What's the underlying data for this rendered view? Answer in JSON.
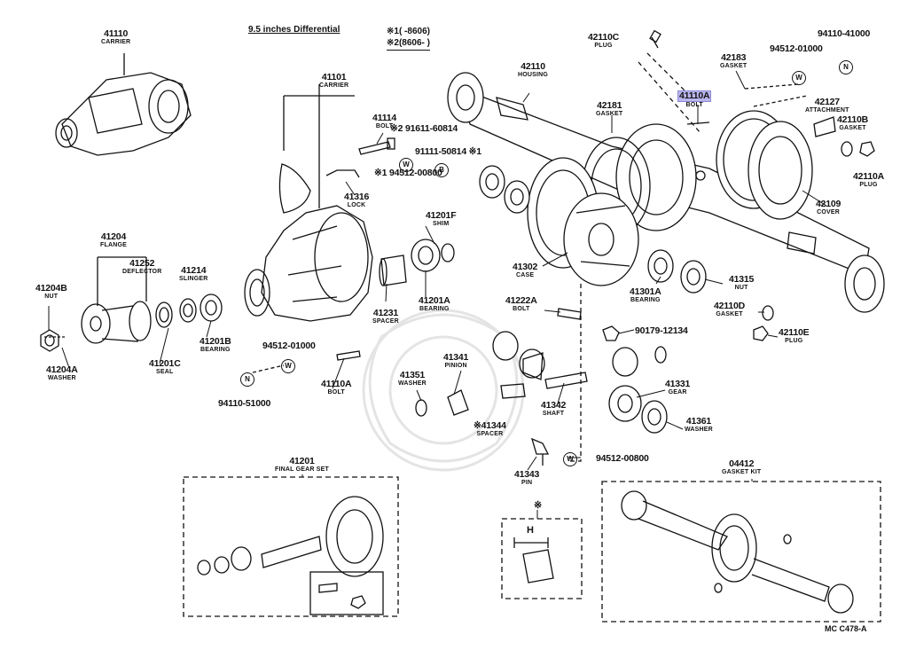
{
  "diagram_title": "9.5 inches Differential",
  "notes": {
    "n1": "※1(     -8606)",
    "n2": "※2(8606-       )"
  },
  "footer_ref": "MC C478-A",
  "markers": {
    "asterisk": "※",
    "h": "H",
    "n": "N",
    "w": "W",
    "b": "B"
  },
  "parts": {
    "p41110": {
      "num": "41110",
      "name": "CARRIER"
    },
    "p41101": {
      "num": "41101",
      "name": "CARRIER"
    },
    "p41114": {
      "num": "41114",
      "name": "BOLT"
    },
    "p91611": {
      "num": "※2 91611-60814",
      "name": ""
    },
    "p91111": {
      "num": "91111-50814 ※1",
      "name": ""
    },
    "p94512a": {
      "num": "※1 94512-00800",
      "name": ""
    },
    "p41316": {
      "num": "41316",
      "name": "LOCK"
    },
    "p41204": {
      "num": "41204",
      "name": "FLANGE"
    },
    "p41252": {
      "num": "41252",
      "name": "DEFLECTOR"
    },
    "p41214": {
      "num": "41214",
      "name": "SLINGER"
    },
    "p41204B": {
      "num": "41204B",
      "name": "NUT"
    },
    "p41204A": {
      "num": "41204A",
      "name": "WASHER"
    },
    "p41201C": {
      "num": "41201C",
      "name": "SEAL"
    },
    "p41201B": {
      "num": "41201B",
      "name": "BEARING"
    },
    "p41231": {
      "num": "41231",
      "name": "SPACER"
    },
    "p41201F": {
      "num": "41201F",
      "name": "SHIM"
    },
    "p41201A": {
      "num": "41201A",
      "name": "BEARING"
    },
    "p94512b": {
      "num": "94512-01000",
      "name": ""
    },
    "p41110A2": {
      "num": "41110A",
      "name": "BOLT"
    },
    "p94110b": {
      "num": "94110-51000",
      "name": ""
    },
    "p42110": {
      "num": "42110",
      "name": "HOUSING"
    },
    "p42110C": {
      "num": "42110C",
      "name": "PLUG"
    },
    "p42181": {
      "num": "42181",
      "name": "GASKET"
    },
    "p41110A1": {
      "num": "41110A",
      "name": "BOLT"
    },
    "p42183": {
      "num": "42183",
      "name": "GASKET"
    },
    "p94512c": {
      "num": "94512-01000",
      "name": ""
    },
    "p94110a": {
      "num": "94110-41000",
      "name": ""
    },
    "p42127": {
      "num": "42127",
      "name": "ATTACHMENT"
    },
    "p42110B": {
      "num": "42110B",
      "name": "GASKET"
    },
    "p42110A": {
      "num": "42110A",
      "name": "PLUG"
    },
    "p42109": {
      "num": "42109",
      "name": "COVER"
    },
    "p41302": {
      "num": "41302",
      "name": "CASE"
    },
    "p41301A": {
      "num": "41301A",
      "name": "BEARING"
    },
    "p41315": {
      "num": "41315",
      "name": "NUT"
    },
    "p42110D": {
      "num": "42110D",
      "name": "GASKET"
    },
    "p42110E": {
      "num": "42110E",
      "name": "PLUG"
    },
    "p41222A": {
      "num": "41222A",
      "name": "BOLT"
    },
    "p90179": {
      "num": "90179-12134",
      "name": ""
    },
    "p41341": {
      "num": "41341",
      "name": "PINION"
    },
    "p41351": {
      "num": "41351",
      "name": "WASHER"
    },
    "p41331": {
      "num": "41331",
      "name": "GEAR"
    },
    "p41342": {
      "num": "41342",
      "name": "SHAFT"
    },
    "p41361": {
      "num": "41361",
      "name": "WASHER"
    },
    "p41344": {
      "num": "※41344",
      "name": "SPACER"
    },
    "p41343": {
      "num": "41343",
      "name": "PIN"
    },
    "p94512d": {
      "num": "94512-00800",
      "name": ""
    },
    "p41201": {
      "num": "41201",
      "name": "FINAL GEAR SET"
    },
    "p04412": {
      "num": "04412",
      "name": "GASKET KIT"
    }
  }
}
